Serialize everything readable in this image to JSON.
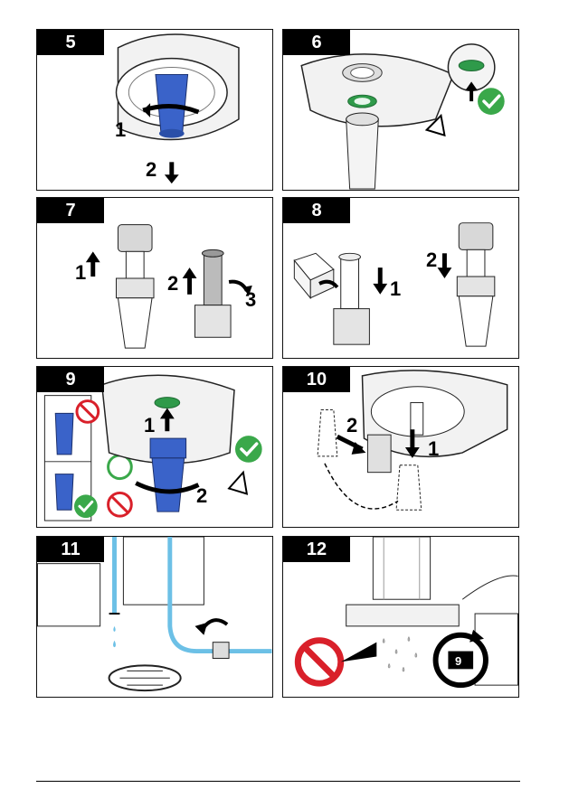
{
  "panels": [
    {
      "step": "5",
      "callouts": [
        "1",
        "2"
      ]
    },
    {
      "step": "6",
      "callouts": []
    },
    {
      "step": "7",
      "callouts": [
        "1",
        "2",
        "3"
      ]
    },
    {
      "step": "8",
      "callouts": [
        "1",
        "2"
      ]
    },
    {
      "step": "9",
      "callouts": [
        "1",
        "2"
      ]
    },
    {
      "step": "10",
      "callouts": [
        "2",
        "1"
      ]
    },
    {
      "step": "11",
      "callouts": []
    },
    {
      "step": "12",
      "callouts": [
        "9"
      ]
    }
  ],
  "colors": {
    "filter_blue": "#3a63c9",
    "seal_green": "#2f9a4a",
    "check_green": "#3aa84a",
    "prohibit_red": "#d9202a",
    "water_blue": "#6cc0e6"
  }
}
